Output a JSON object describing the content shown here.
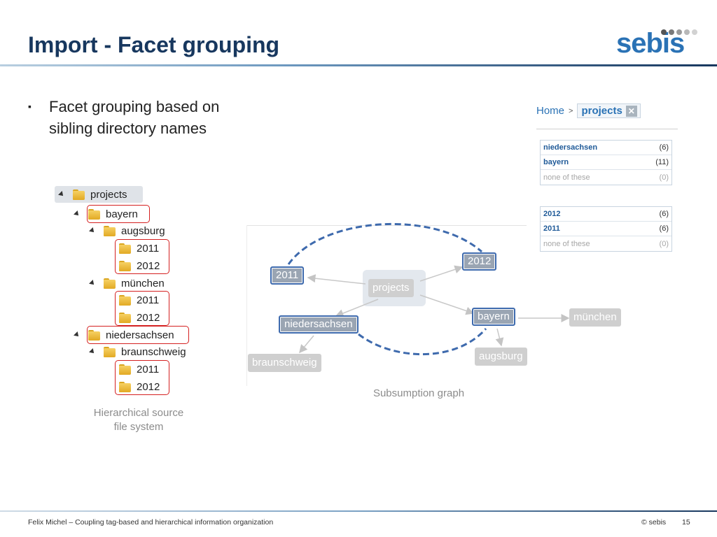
{
  "slide": {
    "title": "Import - Facet grouping",
    "bullet": "Facet grouping based on sibling directory names",
    "bullet_mark": "▪"
  },
  "logo": {
    "text": "sebis",
    "brand_color": "#2a72b5",
    "dot_colors": [
      "#555555",
      "#7a7a7a",
      "#9a9a9a",
      "#b8b8b8",
      "#d2d2d2"
    ]
  },
  "tree": {
    "items": [
      {
        "label": "projects",
        "highlighted": false
      },
      {
        "label": "bayern",
        "highlighted": true
      },
      {
        "label": "augsburg",
        "highlighted": false
      },
      {
        "label": "2011",
        "highlighted": true
      },
      {
        "label": "2012",
        "highlighted": true
      },
      {
        "label": "münchen",
        "highlighted": false
      },
      {
        "label": "2011",
        "highlighted": true
      },
      {
        "label": "2012",
        "highlighted": true
      },
      {
        "label": "niedersachsen",
        "highlighted": true
      },
      {
        "label": "braunschweig",
        "highlighted": false
      },
      {
        "label": "2011",
        "highlighted": true
      },
      {
        "label": "2012",
        "highlighted": true
      }
    ],
    "caption": "Hierarchical source file system",
    "caption_line1": "Hierarchical source",
    "caption_line2": "file system"
  },
  "facet_panel": {
    "breadcrumb": {
      "home": "Home",
      "separator": ">",
      "current": "projects",
      "close_icon": "close-icon"
    },
    "group1": [
      {
        "name": "niedersachsen",
        "count": "(6)"
      },
      {
        "name": "bayern",
        "count": "(11)"
      },
      {
        "name": "none of these",
        "count": "(0)"
      }
    ],
    "group2": [
      {
        "name": "2012",
        "count": "(6)"
      },
      {
        "name": "2011",
        "count": "(6)"
      },
      {
        "name": "none of these",
        "count": "(0)"
      }
    ]
  },
  "graph": {
    "nodes": {
      "n2011": "2011",
      "n2012": "2012",
      "projects": "projects",
      "niedersachsen": "niedersachsen",
      "bayern": "bayern",
      "muenchen": "münchen",
      "braunschweig": "braunschweig",
      "augsburg": "augsburg"
    },
    "caption": "Subsumption graph"
  },
  "footer": {
    "left": "Felix Michel – Coupling tag-based and hierarchical information organization",
    "copyright": "© sebis",
    "page": "15"
  }
}
